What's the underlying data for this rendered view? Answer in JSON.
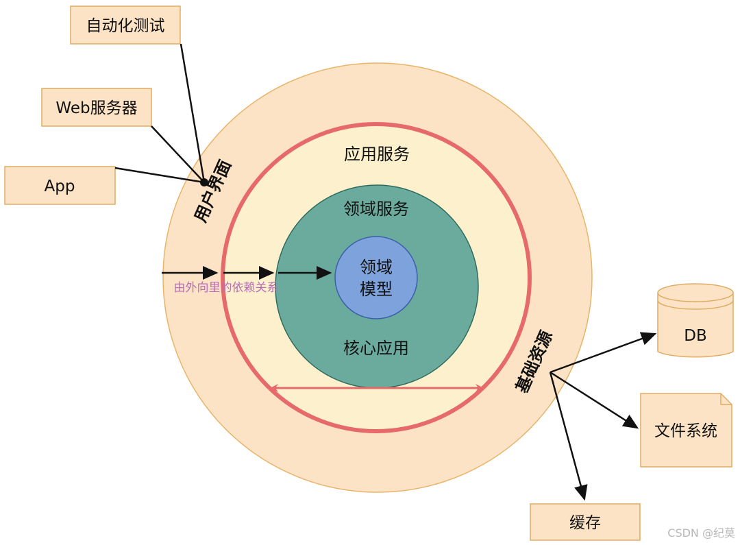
{
  "boxes": {
    "auto_test": "自动化测试",
    "web_server": "Web服务器",
    "app": "App",
    "cache": "缓存",
    "file_system": "文件系统",
    "db": "DB"
  },
  "rings": {
    "ui_layer": "用户界面",
    "app_service": "应用服务",
    "domain_service": "领域服务",
    "domain_model_line1": "领域",
    "domain_model_line2": "模型",
    "core_app": "核心应用",
    "infrastructure": "基础资源"
  },
  "annotation": {
    "dependency": "由外向里的依赖关系"
  },
  "watermark": "CSDN @纪莫",
  "colors": {
    "box_fill": "#fce3c6",
    "box_stroke": "#e0ac63",
    "outer_ring": "#fce3c6",
    "middle_ring": "#fdf1cd",
    "middle_ring_stroke": "#e76a6a",
    "domain_service": "#6aab9e",
    "domain_model": "#7ea3dc",
    "annotation_text": "#b86db5"
  }
}
